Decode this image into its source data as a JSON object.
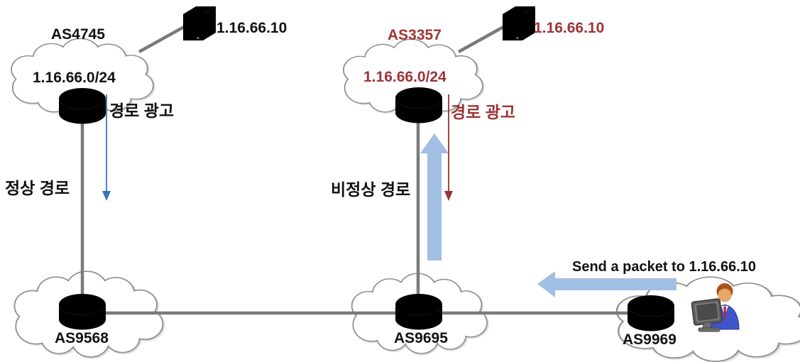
{
  "normal_route": {
    "as": "AS4745",
    "prefix": "1.16.66.0/24",
    "server_ip": "1.16.66.10",
    "advertise_label": "경로 광고",
    "path_label": "정상 경로"
  },
  "hijacked_route": {
    "as": "AS3357",
    "prefix": "1.16.66.0/24",
    "server_ip": "1.16.66.10",
    "advertise_label": "경로 광고",
    "path_label": "비정상 경로"
  },
  "transit_as": {
    "left": "AS9568",
    "middle": "AS9695",
    "right": "AS9969"
  },
  "packet_flow": {
    "label": "Send a packet to 1.16.66.10"
  },
  "colors": {
    "normal_accent": "#3a73b5",
    "hijack_accent": "#9d3435",
    "flow_arrow": "#a0bfe2",
    "link_gray": "#7a7a7a",
    "router_blue": "#7d9cc4",
    "router_red": "#e2b0b0"
  },
  "icons": {
    "cloud": "as-network-cloud",
    "router": "router-cylinder-crossed-arrows",
    "server": "server-tower-3d",
    "user": "user-at-workstation",
    "thick_arrow": "packet-flow-arrow",
    "thin_arrow": "route-advertise-arrow"
  }
}
